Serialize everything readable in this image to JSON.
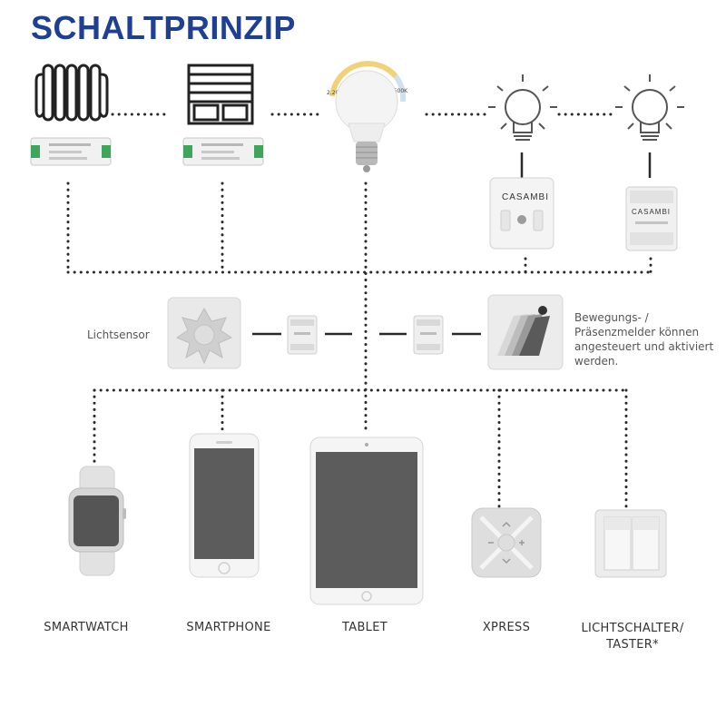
{
  "title": "SCHALTPRINZIP",
  "bulb_scale": {
    "warm": "2.200K",
    "cool": "6.500K"
  },
  "casambi_label": "CASAMBI",
  "sensors": {
    "light_sensor": "Lichtsensor",
    "motion_text": [
      "Bewegungs- /",
      "Präsenzmelder können",
      "angesteuert und aktiviert",
      "werden."
    ]
  },
  "devices": [
    {
      "label": "SMARTWATCH"
    },
    {
      "label": "SMARTPHONE"
    },
    {
      "label": "TABLET"
    },
    {
      "label": "XPRESS"
    },
    {
      "label": "LICHTSCHALTER/",
      "label2": "TASTER*"
    }
  ]
}
